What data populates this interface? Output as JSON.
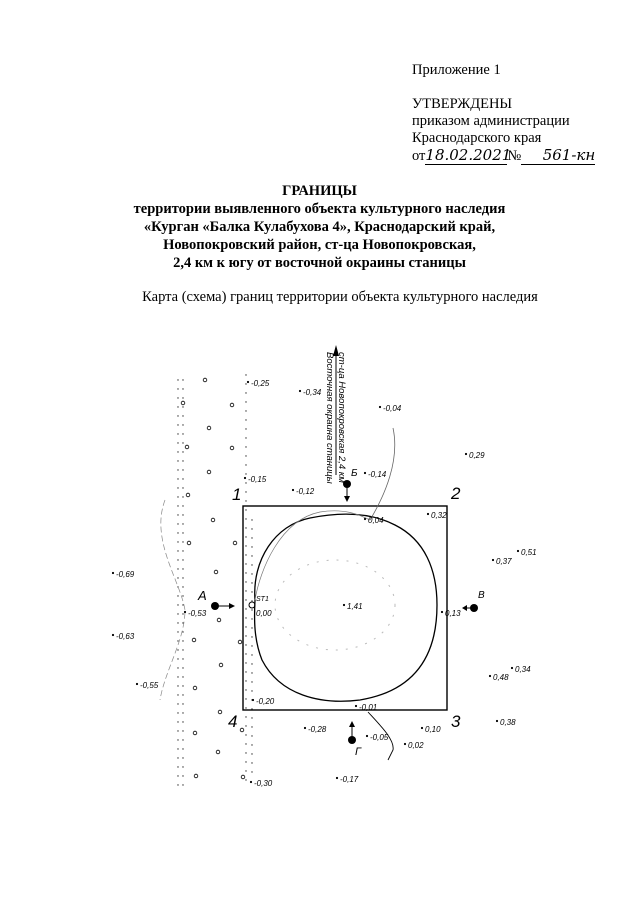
{
  "approval": {
    "appendix": "Приложение 1",
    "approved": "УТВЕРЖДЕНЫ",
    "by_order": "приказом администрации",
    "region": "Краснодарского края",
    "from_prefix": "от",
    "date_handwritten": "18.02.2021",
    "number_sign": "№",
    "number_handwritten": "561-кн"
  },
  "title": {
    "heading": "ГРАНИЦЫ",
    "line1": "территории выявленного объекта культурного наследия",
    "line2": "«Курган «Балка Кулабухова 4», Краснодарский край,",
    "line3": "Новопокровский район, ст-ца Новопокровская,",
    "line4": "2,4 км к югу от восточной окраины станицы",
    "subtitle": "Карта (схема) границ территории объекта культурного наследия"
  },
  "map": {
    "direction_line1": "ст-ца Новопокровская 2,4 км",
    "direction_line2": "Восточная окраина станицы",
    "corners": [
      "1",
      "2",
      "3",
      "4"
    ],
    "station": "ST1",
    "section_marks": [
      "А",
      "Б",
      "В",
      "Г"
    ],
    "elevations": [
      "-0,25",
      "-0,34",
      "-0,04",
      "0,29",
      "-0,14",
      "-0,15",
      "-0,12",
      "0,32",
      "0,04",
      "0,51",
      "0,37",
      "-0,69",
      "0,00",
      "1,41",
      "0,13",
      "-0,53",
      "-0,63",
      "0,48",
      "0,34",
      "-0,55",
      "-0,20",
      "-0,01",
      "0,10",
      "0,38",
      "-0,28",
      "-0,05",
      "0,02",
      "-0,30",
      "-0,17"
    ]
  }
}
